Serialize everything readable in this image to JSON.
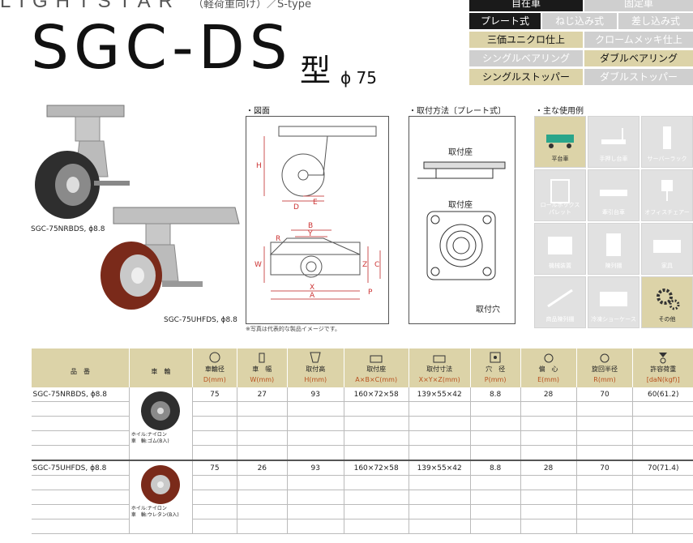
{
  "header": {
    "brand": "LIGHTSTAR",
    "brand_sub": "（軽荷重向け）／S-type",
    "model": "SGC-DS",
    "model_suffix": "型",
    "diameter": "ϕ 75"
  },
  "options": {
    "row1": [
      "自在車",
      "固定車"
    ],
    "row2": [
      "プレート式",
      "ねじ込み式",
      "差し込み式"
    ],
    "row3": [
      "三価ユニクロ仕上",
      "クロームメッキ仕上"
    ],
    "row4": [
      "シングルベアリング",
      "ダブルベアリング"
    ],
    "row5": [
      "シングルストッパー",
      "ダブルストッパー"
    ]
  },
  "products": {
    "caption1": "SGC-75NRBDS, ϕ8.8",
    "caption2": "SGC-75UHFDS, ϕ8.8",
    "photo_note": "※写真は代表的な製品イメージです。"
  },
  "drawing": {
    "title": "・図面",
    "labels": {
      "H": "H",
      "D": "D",
      "E": "E",
      "B": "B",
      "Y": "Y",
      "R": "R",
      "W": "W",
      "Z": "Z",
      "C": "C",
      "X": "X",
      "A": "A",
      "P": "P"
    }
  },
  "mounting": {
    "title": "・取付方法〔プレート式〕",
    "seat1": "取付座",
    "seat2": "取付座",
    "hole": "取付穴"
  },
  "usage": {
    "title": "・主な使用例",
    "items": [
      {
        "label": "平台車",
        "active": true
      },
      {
        "label": "手押し台車",
        "active": false
      },
      {
        "label": "サーバーラック",
        "active": false
      },
      {
        "label": "ロールボックス\nパレット",
        "active": false
      },
      {
        "label": "牽引台車",
        "active": false
      },
      {
        "label": "オフィスチェアー",
        "active": false
      },
      {
        "label": "機械装置",
        "active": false
      },
      {
        "label": "陳列棚",
        "active": false
      },
      {
        "label": "家具",
        "active": false
      },
      {
        "label": "商品陳列棚",
        "active": false
      },
      {
        "label": "冷凍ショーケース",
        "active": false
      },
      {
        "label": "その他",
        "active": true
      }
    ]
  },
  "table": {
    "headers": [
      {
        "label": "品　番",
        "unit": ""
      },
      {
        "label": "車　輪",
        "unit": ""
      },
      {
        "label": "車輪径",
        "unit": "D(mm)"
      },
      {
        "label": "車　幅",
        "unit": "W(mm)"
      },
      {
        "label": "取付高",
        "unit": "H(mm)"
      },
      {
        "label": "取付座",
        "unit": "A×B×C(mm)"
      },
      {
        "label": "取付寸法",
        "unit": "X×Y×Z(mm)"
      },
      {
        "label": "穴　径",
        "unit": "P(mm)"
      },
      {
        "label": "偏　心",
        "unit": "E(mm)"
      },
      {
        "label": "旋回半径",
        "unit": "R(mm)"
      },
      {
        "label": "許容荷重",
        "unit": "[daN(kgf)]"
      }
    ],
    "rows": [
      {
        "part": "SGC-75NRBDS, ϕ8.8",
        "wheel_note": "ホイル:ナイロン\n車　輪:ゴム(B入)",
        "d": "75",
        "w": "27",
        "h": "93",
        "abc": "160×72×58",
        "xyz": "139×55×42",
        "p": "8.8",
        "e": "28",
        "r": "70",
        "load": "60(61.2)"
      },
      {
        "part": "SGC-75UHFDS, ϕ8.8",
        "wheel_note": "ホイル:ナイロン\n車　輪:ウレタン(B入)",
        "d": "75",
        "w": "26",
        "h": "93",
        "abc": "160×72×58",
        "xyz": "139×55×42",
        "p": "8.8",
        "e": "28",
        "r": "70",
        "load": "70(71.4)"
      }
    ]
  },
  "colors": {
    "tan": "#dcd3a8",
    "dark": "#1a1a1a",
    "unit": "#b8501e",
    "wheel_rubber": "#2e2e2e",
    "wheel_urethane": "#7a2a1a"
  }
}
